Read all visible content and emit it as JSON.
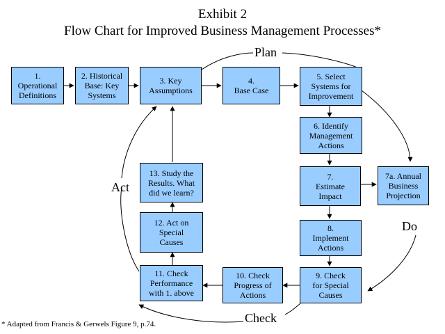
{
  "title": "Exhibit 2",
  "subtitle": "Flow Chart for Improved Business Management Processes*",
  "boxes": {
    "b1": "1.\nOperational\nDefinitions",
    "b2": "2. Historical\nBase: Key\nSystems",
    "b3": "3.  Key\nAssumptions",
    "b4": "4.\nBase Case",
    "b5": "5. Select\nSystems for\nImprovement",
    "b6": "6. Identify\nManagement\nActions",
    "b7": "7.\nEstimate\nImpact",
    "b7a": "7a. Annual\nBusiness\nProjection",
    "b8": "8.\nImplement\nActions",
    "b9": "9. Check\nfor Special\nCauses",
    "b10": "10. Check\nProgress of\nActions",
    "b11": "11.  Check\nPerformance\nwith 1. above",
    "b12": "12. Act on\nSpecial\nCauses",
    "b13": "13. Study the\nResults. What\ndid we learn?"
  },
  "labels": {
    "plan": "Plan",
    "do": "Do",
    "check": "Check",
    "act": "Act"
  },
  "footnote": "* Adapted from Francis & Gerwels Figure 9, p.74.",
  "colors": {
    "box_fill": "#99ccff",
    "stroke": "#000000"
  }
}
